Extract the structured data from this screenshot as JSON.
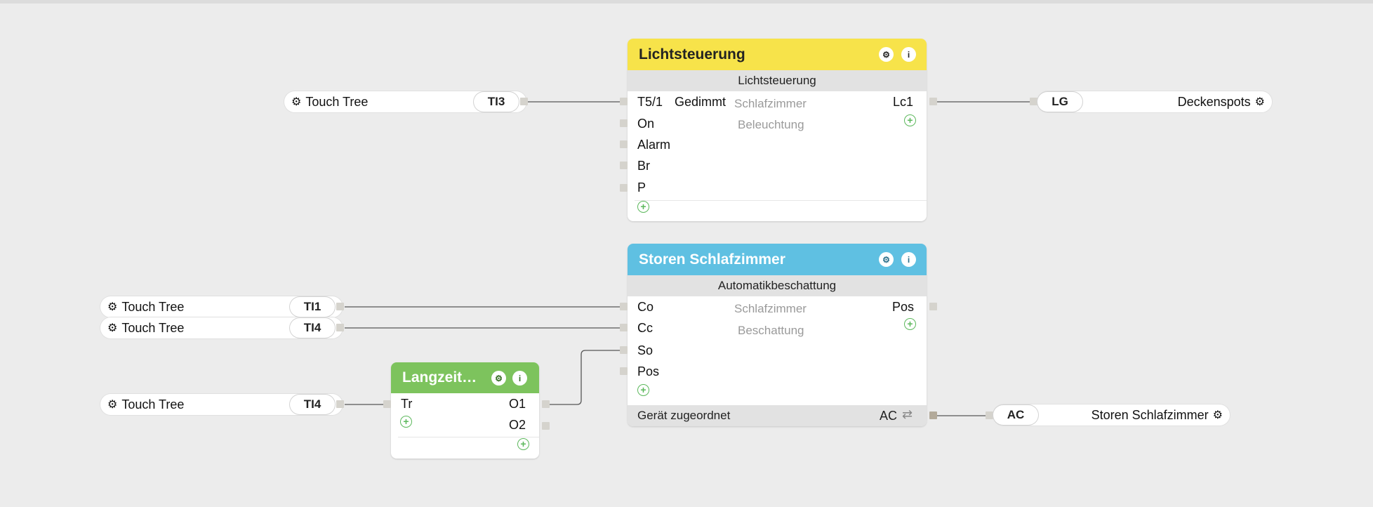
{
  "refs": {
    "touch_tree_label": "Touch Tree",
    "ti3": "TI3",
    "ti1": "TI1",
    "ti4": "TI4",
    "lg_tag": "LG",
    "lg_label": "Deckenspots",
    "ac_tag": "AC",
    "ac_label": "Storen Schlafzimmer"
  },
  "licht": {
    "title": "Lichtsteuerung",
    "subtitle": "Lichtsteuerung",
    "room": "Schlafzimmer",
    "category": "Beleuchtung",
    "inputs": [
      "T5/1",
      "On",
      "Alarm",
      "Br",
      "P"
    ],
    "t51_value": "Gedimmt",
    "output": "Lc1"
  },
  "storen": {
    "title": "Storen Schlafzimmer",
    "subtitle": "Automatikbeschattung",
    "room": "Schlafzimmer",
    "category": "Beschattung",
    "inputs": [
      "Co",
      "Cc",
      "So",
      "Pos"
    ],
    "output": "Pos",
    "footer_label": "Gerät zugeordnet",
    "footer_value": "AC"
  },
  "langzeit": {
    "title": "Langzeit…",
    "input": "Tr",
    "outputs": [
      "O1",
      "O2"
    ]
  },
  "icons": {
    "gear": "⚙",
    "info": "i",
    "plus": "+",
    "swap": "⇄"
  },
  "colors": {
    "licht_header": "#f7e34a",
    "storen_header": "#5fc0e2",
    "langzeit_header": "#7dc35d",
    "plus_green": "#5cb85c"
  }
}
